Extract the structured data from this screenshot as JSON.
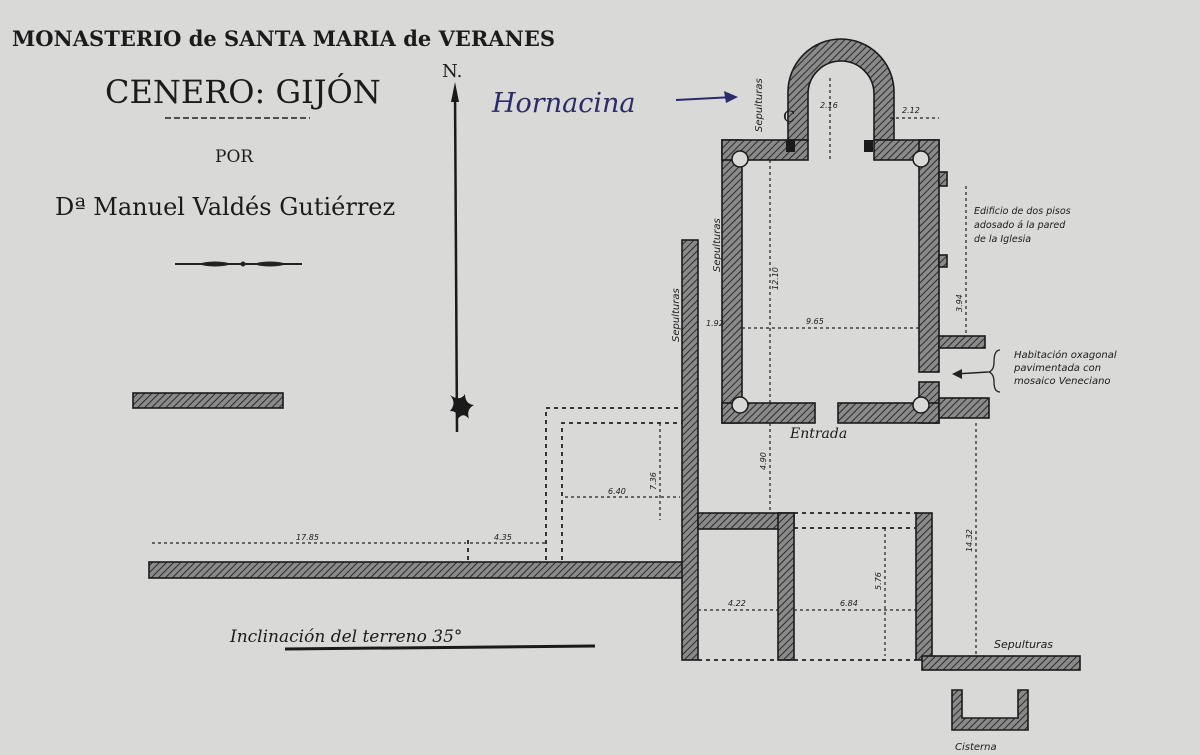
{
  "title": {
    "line1": "MONASTERIO de SANTA MARIA de VERANES",
    "line2": "CENERO: GIJÓN",
    "by": "POR",
    "author": "Dª Manuel Valdés Gutiérrez"
  },
  "north_label": "N.",
  "labels": {
    "hornacina": "Hornacina",
    "apse_letter": "C",
    "entrada": "Entrada",
    "edificio": [
      "Edificio de dos pisos",
      "adosado á la pared",
      "de la Iglesia"
    ],
    "habitacion": [
      "Habitación oxagonal",
      "pavimentada con",
      "mosaico Veneciano"
    ],
    "inclinacion": "Inclinación del terreno 35°",
    "sepulturas": [
      "Sepulturas",
      "Sepulturas",
      "Sepulturas",
      "Sepulturas"
    ],
    "cisterna": "Cisterna"
  },
  "dimensions": [
    "2.16",
    "2.12",
    "12.10",
    "1.92",
    "9.65",
    "4.90",
    "3.94",
    "7.36",
    "6.40",
    "17.85",
    "4.35",
    "4.22",
    "6.84",
    "5.76",
    "14.32"
  ],
  "colors": {
    "paper": "#d9d9d7",
    "ink": "#1a1a1a",
    "accent": "#2b2b6b"
  }
}
